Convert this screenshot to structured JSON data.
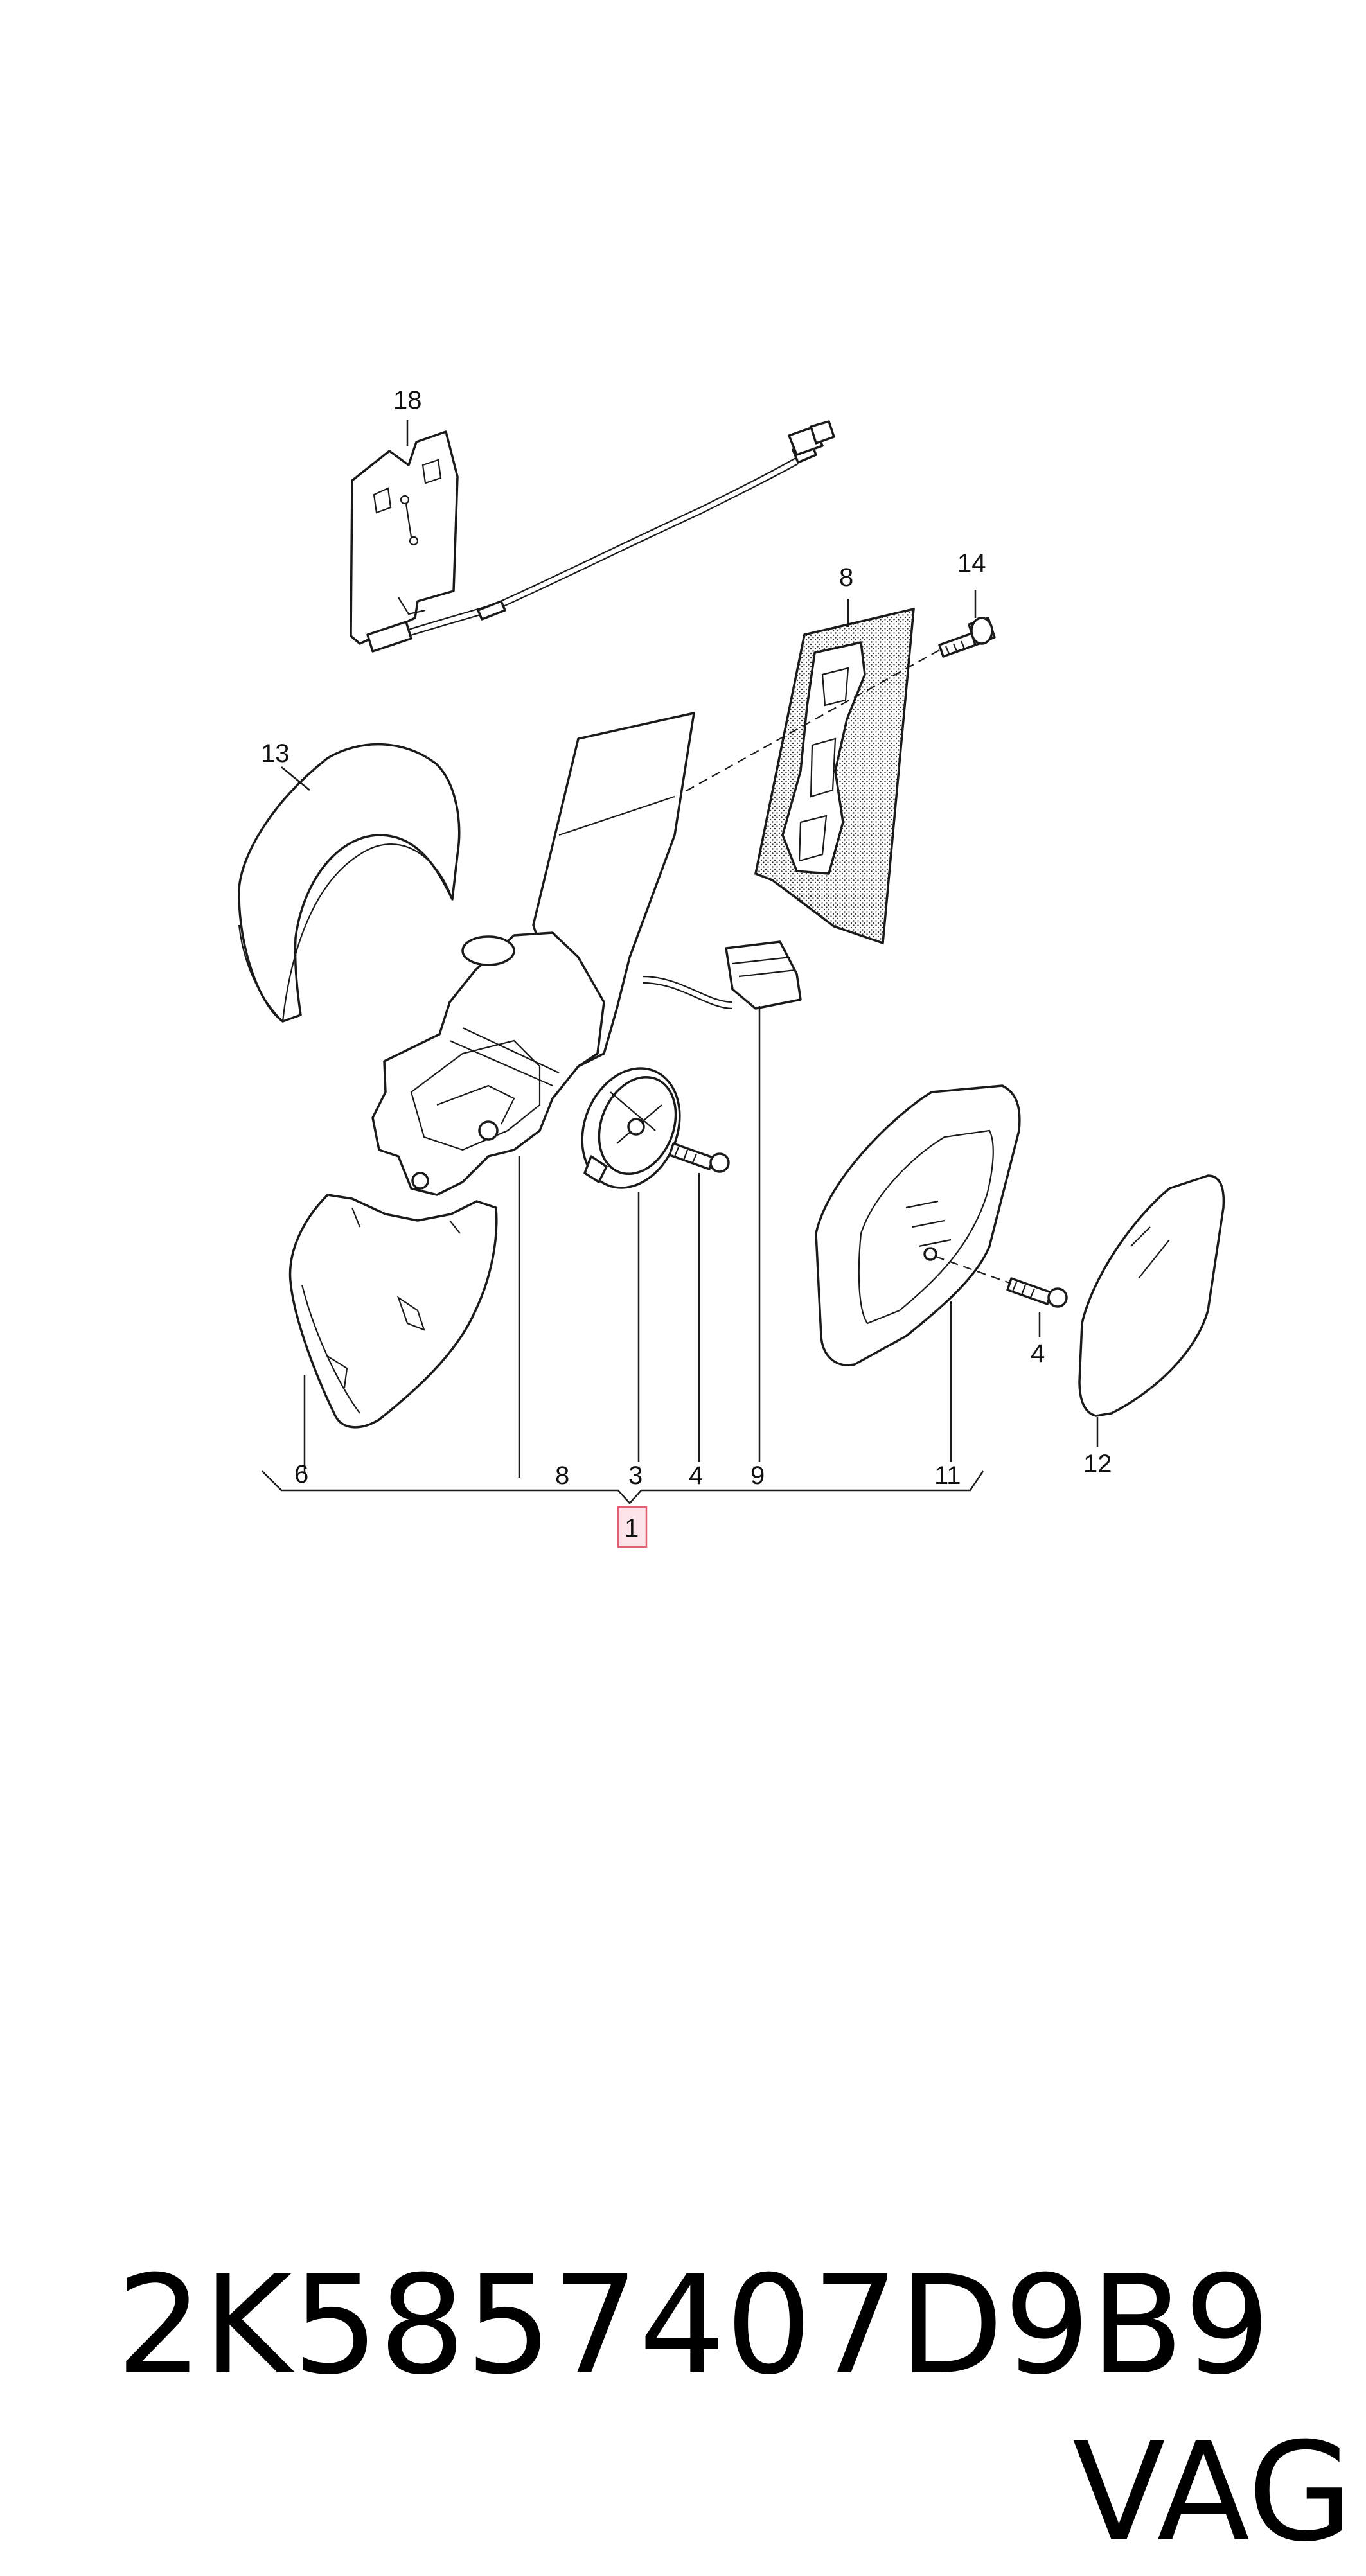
{
  "callouts": {
    "c18": "18",
    "c14": "14",
    "c8_top": "8",
    "c13": "13",
    "c6": "6",
    "c8_bottom": "8",
    "c3": "3",
    "c4_left": "4",
    "c9": "9",
    "c11": "11",
    "c4_right": "4",
    "c12": "12",
    "c1": "1"
  },
  "footer": {
    "part_number": "2K5857407D9B9",
    "brand": "VAG"
  },
  "colors": {
    "line": "#1a1a1a",
    "highlight_box": "#e06070",
    "highlight_fill": "#fde4e8",
    "background": "#ffffff"
  }
}
